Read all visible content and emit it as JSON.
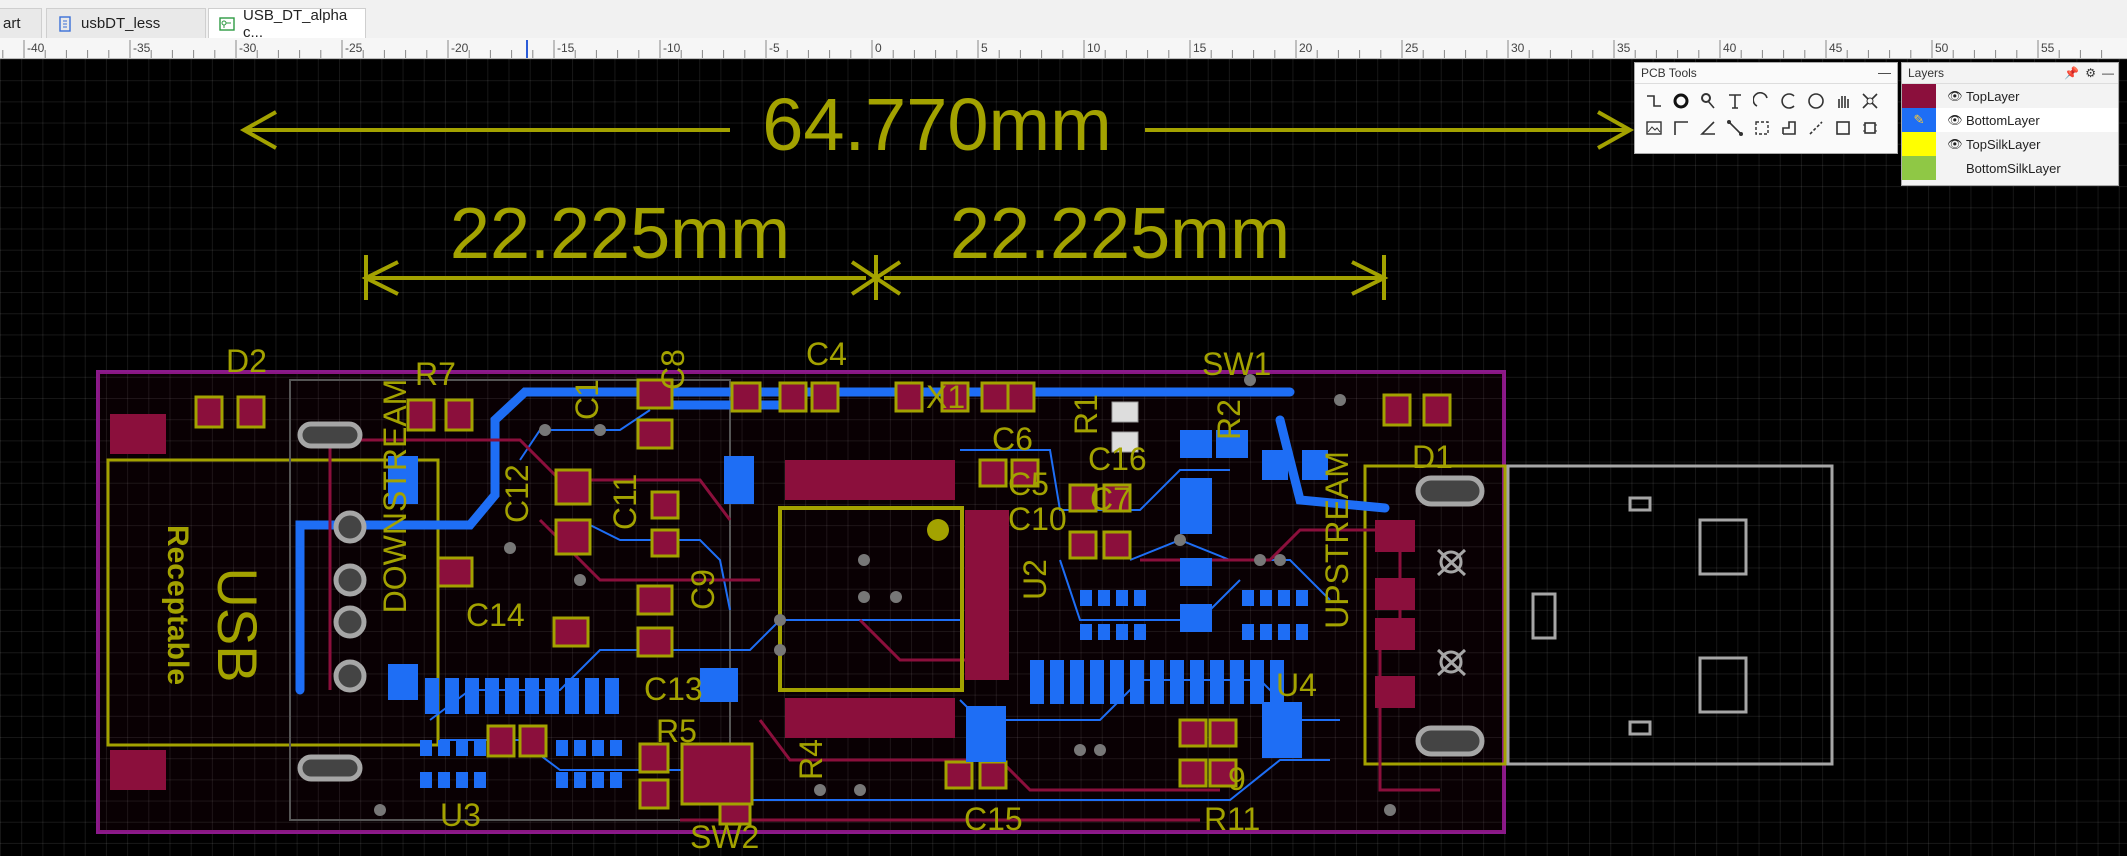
{
  "tabs": [
    {
      "label": "art",
      "icon": "start-page-icon"
    },
    {
      "label": "usbDT_less",
      "icon": "schematic-document-icon"
    },
    {
      "label": "USB_DT_alpha c...",
      "icon": "pcb-document-icon"
    }
  ],
  "ruler": {
    "labels": [
      "-40",
      "-35",
      "-30",
      "-25",
      "-20",
      "-15",
      "-10",
      "-5",
      "0",
      "5",
      "10",
      "15",
      "20",
      "25",
      "30",
      "35",
      "40",
      "45",
      "50",
      "55"
    ]
  },
  "pcb": {
    "dimensions": {
      "overall": "64.770mm",
      "left_half": "22.225mm",
      "right_half": "22.225mm"
    },
    "designators": [
      "D2",
      "R7",
      "C4",
      "SW1",
      "R1",
      "R2",
      "D1",
      "C6",
      "C5",
      "C16",
      "C7",
      "C10",
      "C12",
      "C11",
      "C9",
      "C14",
      "C13",
      "U2",
      "U3",
      "SW2",
      "R4",
      "C15",
      "R11",
      "U4",
      "X1",
      "C8",
      "C1",
      "R5",
      "9"
    ],
    "silk_text": {
      "usb_receptacle_line1": "USB",
      "usb_receptacle_line2": "Receptable",
      "downstream": "DOWNSTREAM",
      "upstream": "UPSTREAM"
    },
    "colors": {
      "top_layer": "#8b0f3c",
      "bottom_layer": "#1e6ef5",
      "top_silk": "#a3a200",
      "board_outline": "#8b1a8b",
      "connector_outline": "#a6a6a6"
    }
  },
  "pcb_tools": {
    "title": "PCB Tools",
    "minimize": "—",
    "row1": [
      "route-track-icon",
      "via-icon",
      "pad-icon",
      "text-icon",
      "arc-icon",
      "circle-arc-icon",
      "circle-icon",
      "pan-hand-icon",
      "fit-icon"
    ],
    "row2": [
      "image-icon",
      "corner-icon",
      "angle-dimension-icon",
      "jumper-icon",
      "rect-select-icon",
      "region-icon",
      "drc-icon",
      "rectangle-icon",
      "component-box-icon"
    ]
  },
  "layers_panel": {
    "title": "Layers",
    "items": [
      {
        "name": "TopLayer",
        "color": "#8b0f3c",
        "visible": true,
        "selected": false
      },
      {
        "name": "BottomLayer",
        "color": "#1e6ef5",
        "visible": true,
        "selected": true
      },
      {
        "name": "TopSilkLayer",
        "color": "#ffff00",
        "visible": true,
        "selected": false
      },
      {
        "name": "BottomSilkLayer",
        "color": "#8fc845",
        "visible": false,
        "selected": false
      }
    ]
  }
}
